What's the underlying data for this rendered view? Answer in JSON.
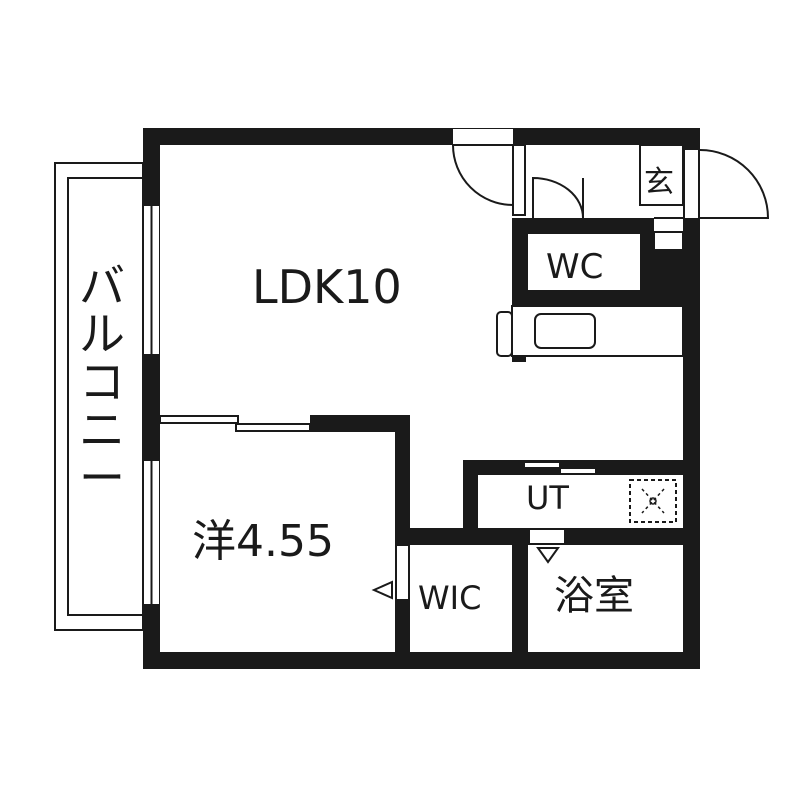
{
  "floor_plan": {
    "rooms": {
      "ldk": "LDK10",
      "western_room": "洋4.55",
      "wic": "WIC",
      "bath": "浴室",
      "utility": "UT",
      "toilet": "WC",
      "entrance": "玄",
      "balcony": "バルコニー"
    },
    "colors": {
      "wall": "#1a1a1a",
      "background": "#ffffff",
      "fixture": "#1a1a1a"
    }
  }
}
